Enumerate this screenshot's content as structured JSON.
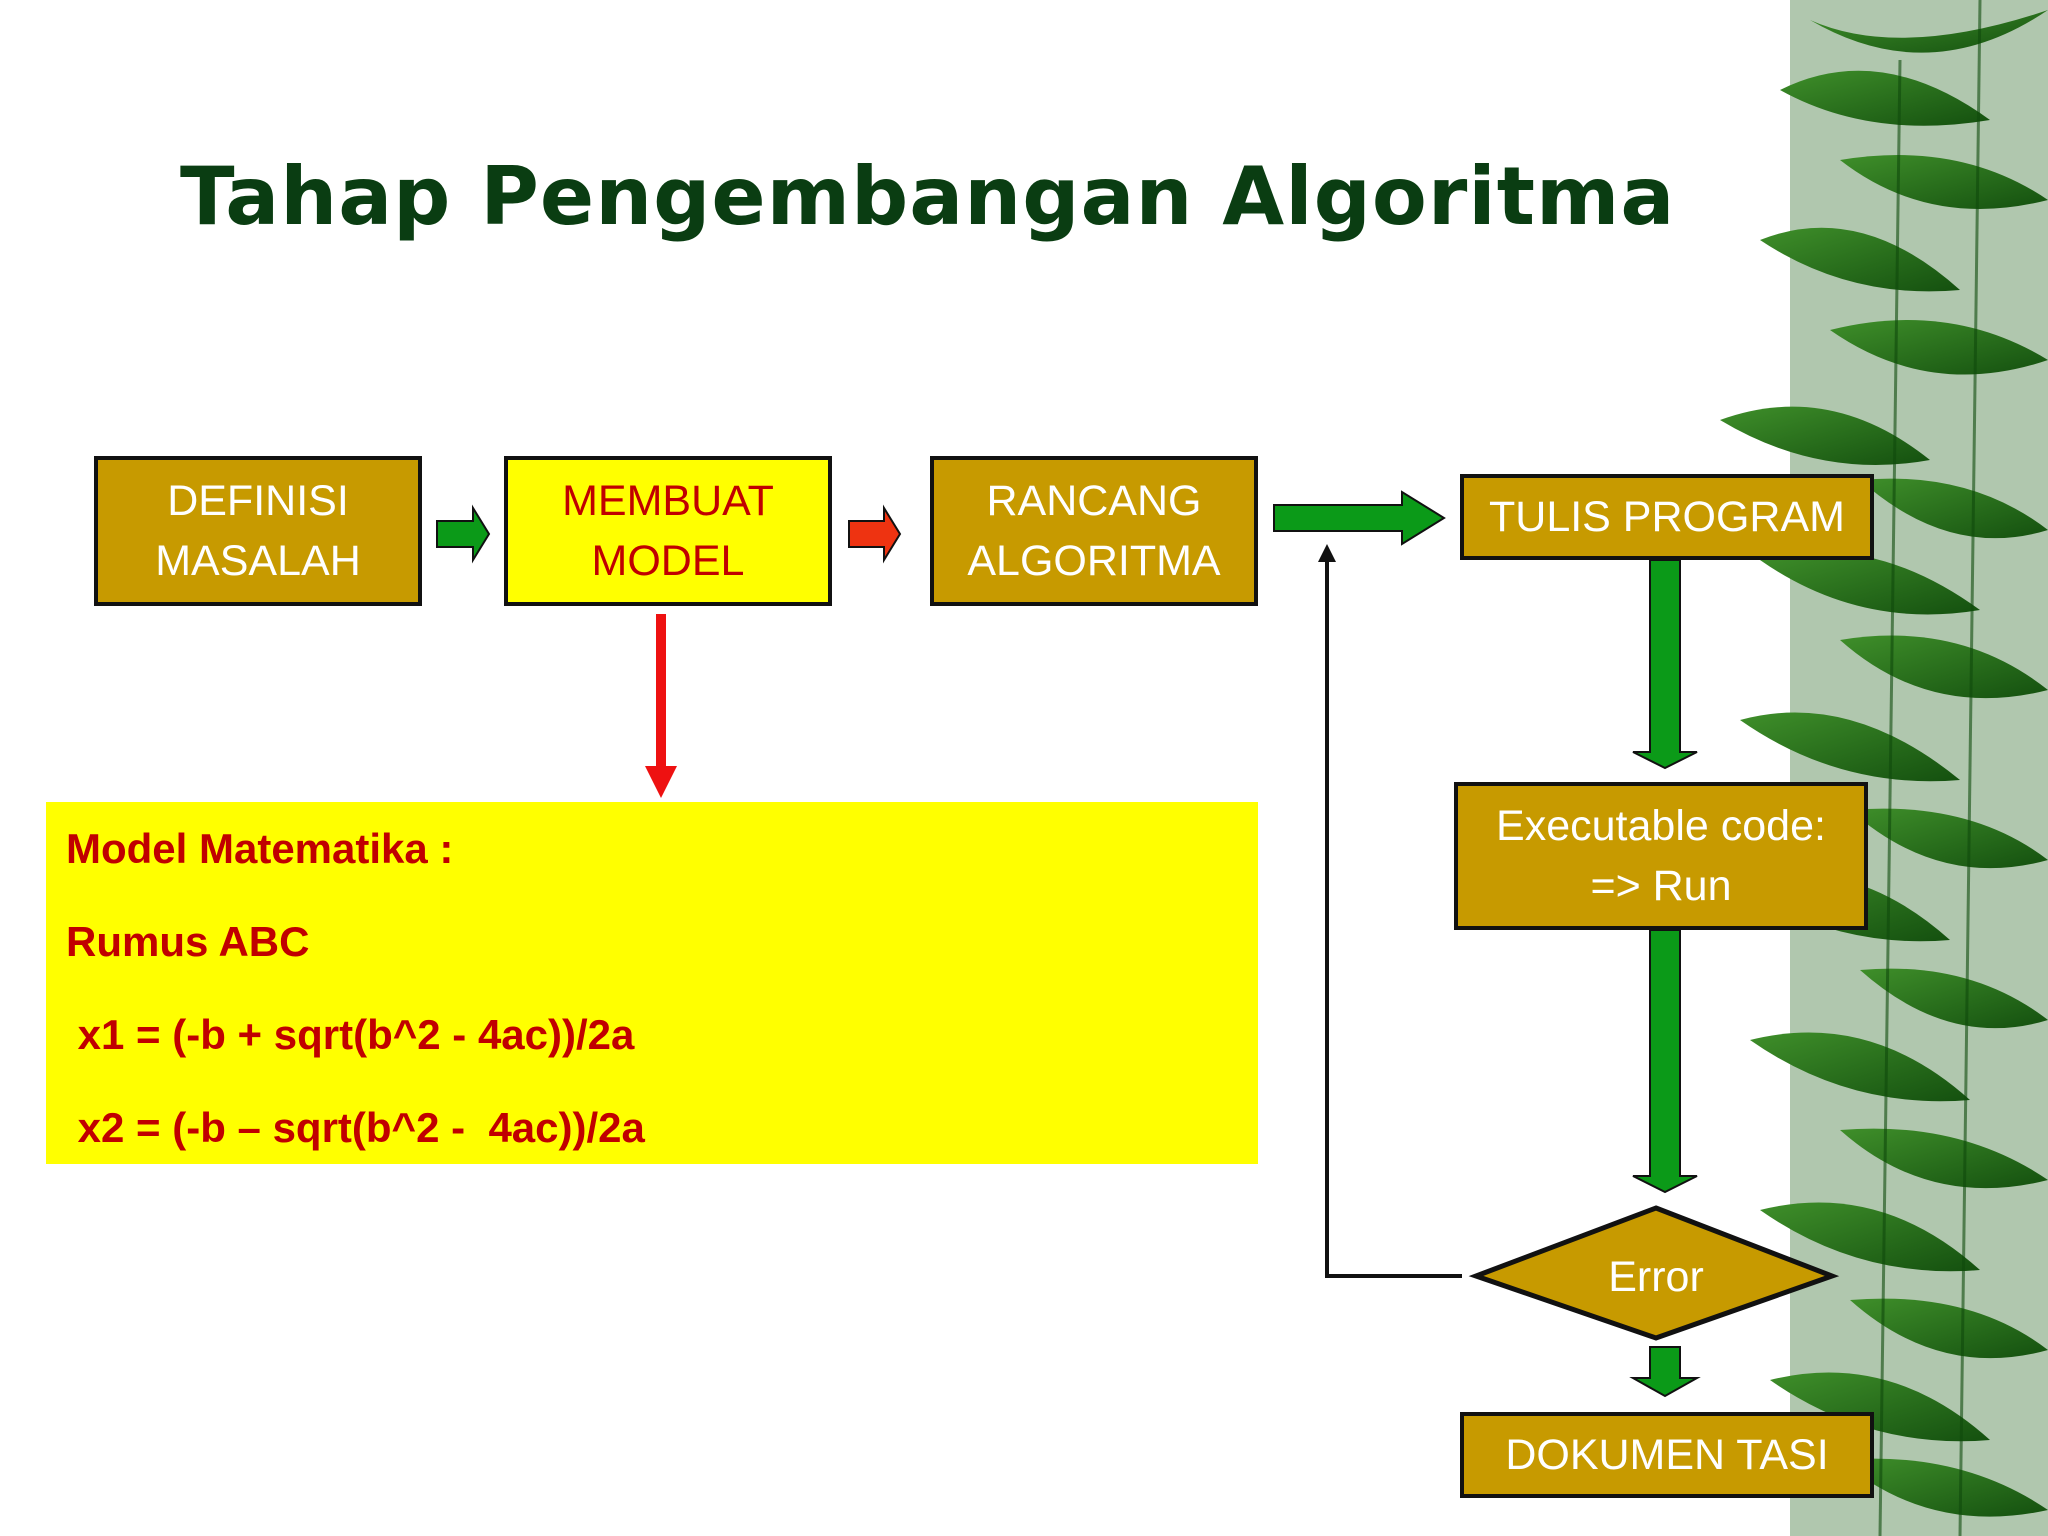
{
  "slide": {
    "title": "Tahap Pengembangan Algoritma"
  },
  "diagram": {
    "nodes": {
      "definisi_masalah": "DEFINISI\nMASALAH",
      "membuat_model": "MEMBUAT\nMODEL",
      "rancang_algoritma": "RANCANG\nALGORITMA",
      "tulis_program": "TULIS PROGRAM",
      "executable_code": "Executable code:\n=> Run",
      "error": "Error",
      "dokumentasi": "DOKUMEN TASI"
    },
    "model_box": {
      "heading": "Model Matematika :",
      "subheading": "Rumus ABC",
      "formula_x1": " x1 = (-b + sqrt(b^2 - 4ac))/2a",
      "formula_x2": " x2 = (-b – sqrt(b^2 -  4ac))/2a"
    }
  },
  "colors": {
    "title": "#0a3d12",
    "gold_box": "#c79a00",
    "yellow_box": "#ffff00",
    "red_text": "#c00000",
    "green_arrow": "#0b9a18",
    "red_arrow": "#ee1111"
  },
  "decor": {
    "background_image": "bamboo-leaves-icon"
  }
}
